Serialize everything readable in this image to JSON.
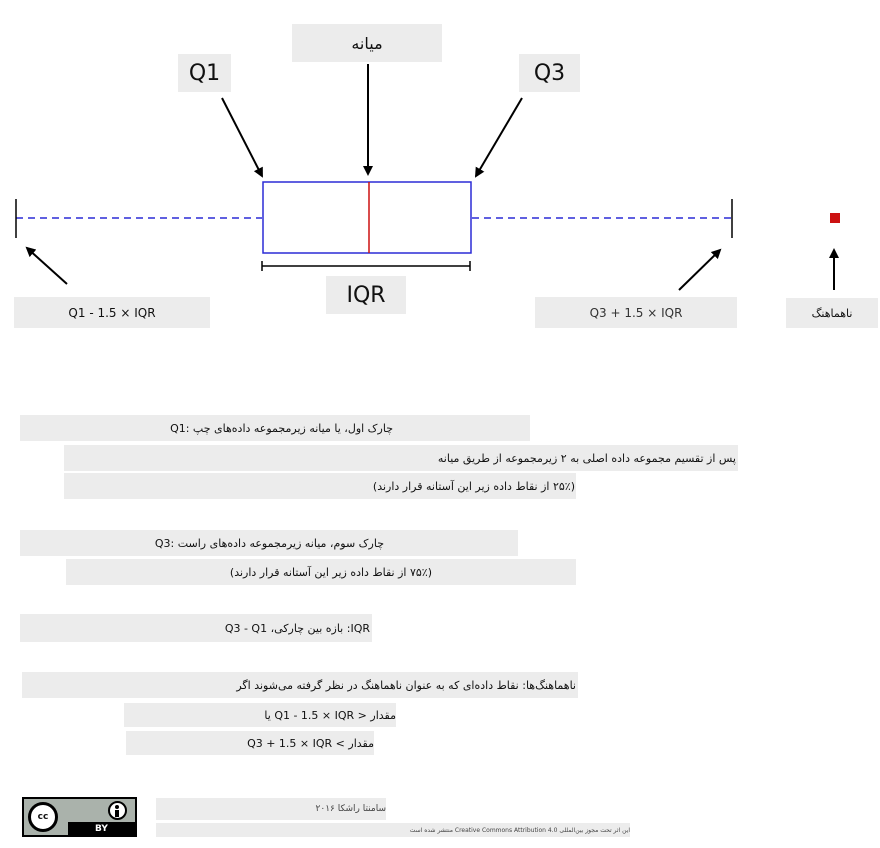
{
  "labels": {
    "median": "میانه",
    "q1": "Q1",
    "q3": "Q3",
    "iqr": "IQR",
    "lower_fence": "Q1 - 1.5 × IQR",
    "upper_fence": "Q3 + 1.5 × IQR",
    "outlier": "ناهماهنگ"
  },
  "definitions": {
    "q1_title": "چارک اول، یا میانه زیرمجموعه داده‌های چپ :Q1",
    "q1_line1": "پس از تقسیم مجموعه داده اصلی به ۲ زیرمجموعه از طریق میانه",
    "q1_line2": "(۲۵٪ از نقاط داده زیر این آستانه قرار دارند)",
    "q3_title": "چارک سوم، میانه زیرمجموعه داده‌های راست :Q3",
    "q3_line1": "(۷۵٪ از نقاط داده زیر این آستانه قرار دارند)",
    "iqr_title": "IQR: بازه بین چارکی، Q3 - Q1",
    "outliers_title": "ناهماهنگ‌ها: نقاط داده‌ای که به عنوان ناهماهنگ در نظر گرفته می‌شوند اگر",
    "outlier_cond1": "مقدار < Q1 - 1.5 × IQR یا",
    "outlier_cond2": "مقدار > Q3 + 1.5 × IQR"
  },
  "license": {
    "cc_text": "cc",
    "by_text": "BY",
    "author": "سامنتا راشکا ۲۰۱۶",
    "note": "این اثر تحت مجوز بین‌المللی Creative Commons Attribution 4.0 منتشر شده است"
  },
  "colors": {
    "box": "#2b2bd6",
    "whisker": "#2b2bd6",
    "median_line": "#cc1111",
    "outlier_point": "#cc1111",
    "label_bg": "#ececec"
  }
}
